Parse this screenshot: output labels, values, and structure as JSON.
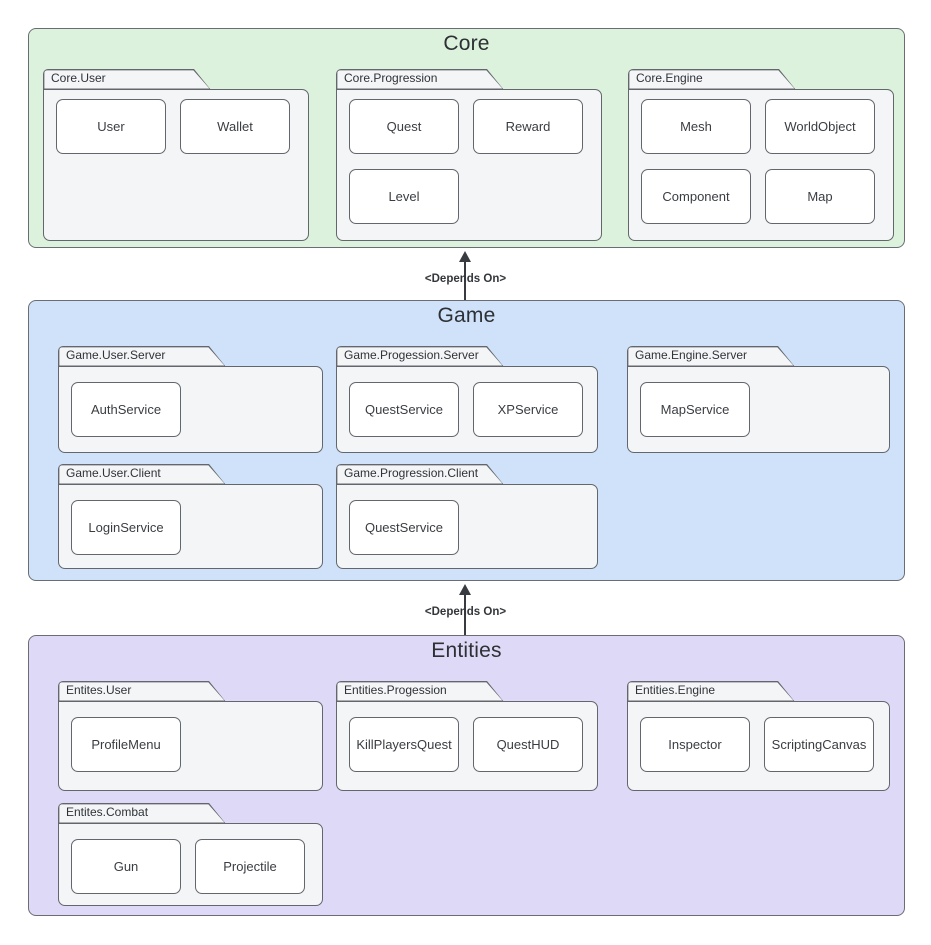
{
  "diagram": {
    "type": "uml-package-dependency-diagram",
    "colors": {
      "core_layer_fill": "#dcf2dc",
      "game_layer_fill": "#cfe2fa",
      "entities_layer_fill": "#ded9f6",
      "package_fill": "#f4f5f7",
      "class_fill": "#ffffff",
      "stroke": "#63676d"
    },
    "sections": [
      {
        "title": "Core",
        "packages": [
          {
            "name": "Core.User",
            "classes": [
              "User",
              "Wallet"
            ]
          },
          {
            "name": "Core.Progression",
            "classes": [
              "Quest",
              "Reward",
              "Level"
            ]
          },
          {
            "name": "Core.Engine",
            "classes": [
              "Mesh",
              "WorldObject",
              "Component",
              "Map"
            ]
          }
        ]
      },
      {
        "title": "Game",
        "packages": [
          {
            "name": "Game.User.Server",
            "classes": [
              "AuthService"
            ]
          },
          {
            "name": "Game.Progession.Server",
            "classes": [
              "QuestService",
              "XPService"
            ]
          },
          {
            "name": "Game.Engine.Server",
            "classes": [
              "MapService"
            ]
          },
          {
            "name": "Game.User.Client",
            "classes": [
              "LoginService"
            ]
          },
          {
            "name": "Game.Progression.Client",
            "classes": [
              "QuestService"
            ]
          }
        ]
      },
      {
        "title": "Entities",
        "packages": [
          {
            "name": "Entites.User",
            "classes": [
              "ProfileMenu"
            ]
          },
          {
            "name": "Entities.Progession",
            "classes": [
              "KillPlayersQuest",
              "QuestHUD"
            ]
          },
          {
            "name": "Entities.Engine",
            "classes": [
              "Inspector",
              "ScriptingCanvas"
            ]
          },
          {
            "name": "Entites.Combat",
            "classes": [
              "Gun",
              "Projectile"
            ]
          }
        ]
      }
    ],
    "arrows": [
      {
        "label": "<Depends On>"
      },
      {
        "label": "<Depends On>"
      }
    ]
  }
}
